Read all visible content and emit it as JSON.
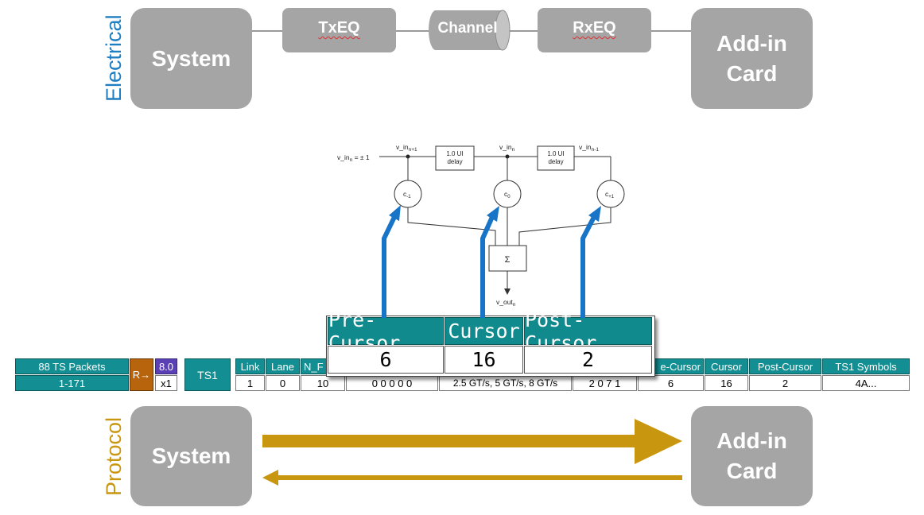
{
  "electrical": {
    "side_label": "Electrical",
    "left_box": "System",
    "right_box": "Add-in Card",
    "txeq": "TxEQ",
    "channel": "Channel",
    "rxeq": "RxEQ"
  },
  "protocol": {
    "side_label": "Protocol",
    "left_box": "System",
    "right_box": "Add-in Card"
  },
  "fir": {
    "input_label": "v_in",
    "input_sub": "n",
    "input_suffix": " = ± 1",
    "tap_left_label": "v_in",
    "tap_left_sub": "n+1",
    "tap_mid_label": "v_in",
    "tap_mid_sub": "n",
    "tap_right_label": "v_in",
    "tap_right_sub": "n-1",
    "delay_line1": "1.0 UI",
    "delay_line2": "delay",
    "coef_left": "c",
    "coef_left_sub": "-1",
    "coef_mid": "c",
    "coef_mid_sub": "0",
    "coef_right": "c",
    "coef_right_sub": "+1",
    "sum_symbol": "Σ",
    "output_label": "v_out",
    "output_sub": "n"
  },
  "analyzer": {
    "packets": "88 TS Packets",
    "range": "1-171",
    "direction": "R→",
    "speed": "8.0",
    "width": "x1",
    "ts_type": "TS1",
    "headers": [
      "Link",
      "Lane",
      "N_F",
      "e-Cursor",
      "Cursor",
      "Post-Cursor",
      "TS1 Symbols"
    ],
    "values": [
      "1",
      "0",
      "10",
      "0 0 0 0 0",
      "2.5 GT/s, 5 GT/s, 8 GT/s",
      "2 0 7 1",
      "6",
      "16",
      "2",
      "4A..."
    ]
  },
  "callout": {
    "headers": [
      "Pre-Cursor",
      "Cursor",
      "Post-Cursor"
    ],
    "values": [
      "6",
      "16",
      "2"
    ]
  },
  "colors": {
    "box_gray": "#a5a5a5",
    "electrical_blue": "#1f7ec1",
    "protocol_gold": "#c8960f",
    "arrow_blue": "#1874c6",
    "teal": "#138e92",
    "rate_orange": "#b8640c",
    "speed_purple": "#5b3fb4"
  }
}
